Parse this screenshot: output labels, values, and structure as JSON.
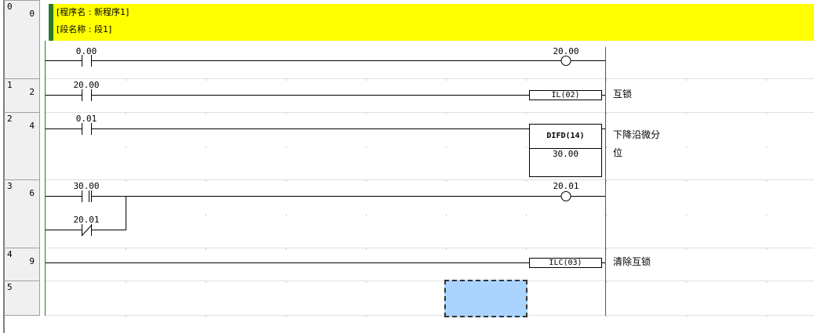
{
  "header": {
    "program_name": "[程序名 : 新程序1]",
    "section_name": "[段名称 : 段1]"
  },
  "rungs": [
    {
      "rung": "0",
      "step": "0",
      "contact": "0.00",
      "coil": "20.00"
    },
    {
      "rung": "1",
      "step": "2",
      "contact": "20.00",
      "instruction": "IL(02)",
      "comment": "互锁"
    },
    {
      "rung": "2",
      "step": "4",
      "contact": "0.01",
      "instruction": "DIFD(14)",
      "operand": "30.00",
      "comment": "下降沿微分",
      "comment2": "位"
    },
    {
      "rung": "3",
      "step": "6",
      "contact": "30.00",
      "contact2": "20.01",
      "coil": "20.01"
    },
    {
      "rung": "4",
      "step": "9",
      "instruction": "ILC(03)",
      "comment": "清除互锁"
    },
    {
      "rung": "5",
      "step": ""
    }
  ],
  "colors": {
    "header_bg": "#ffff00",
    "rail": "#2a7a2a",
    "selection": "#aad4ff"
  }
}
